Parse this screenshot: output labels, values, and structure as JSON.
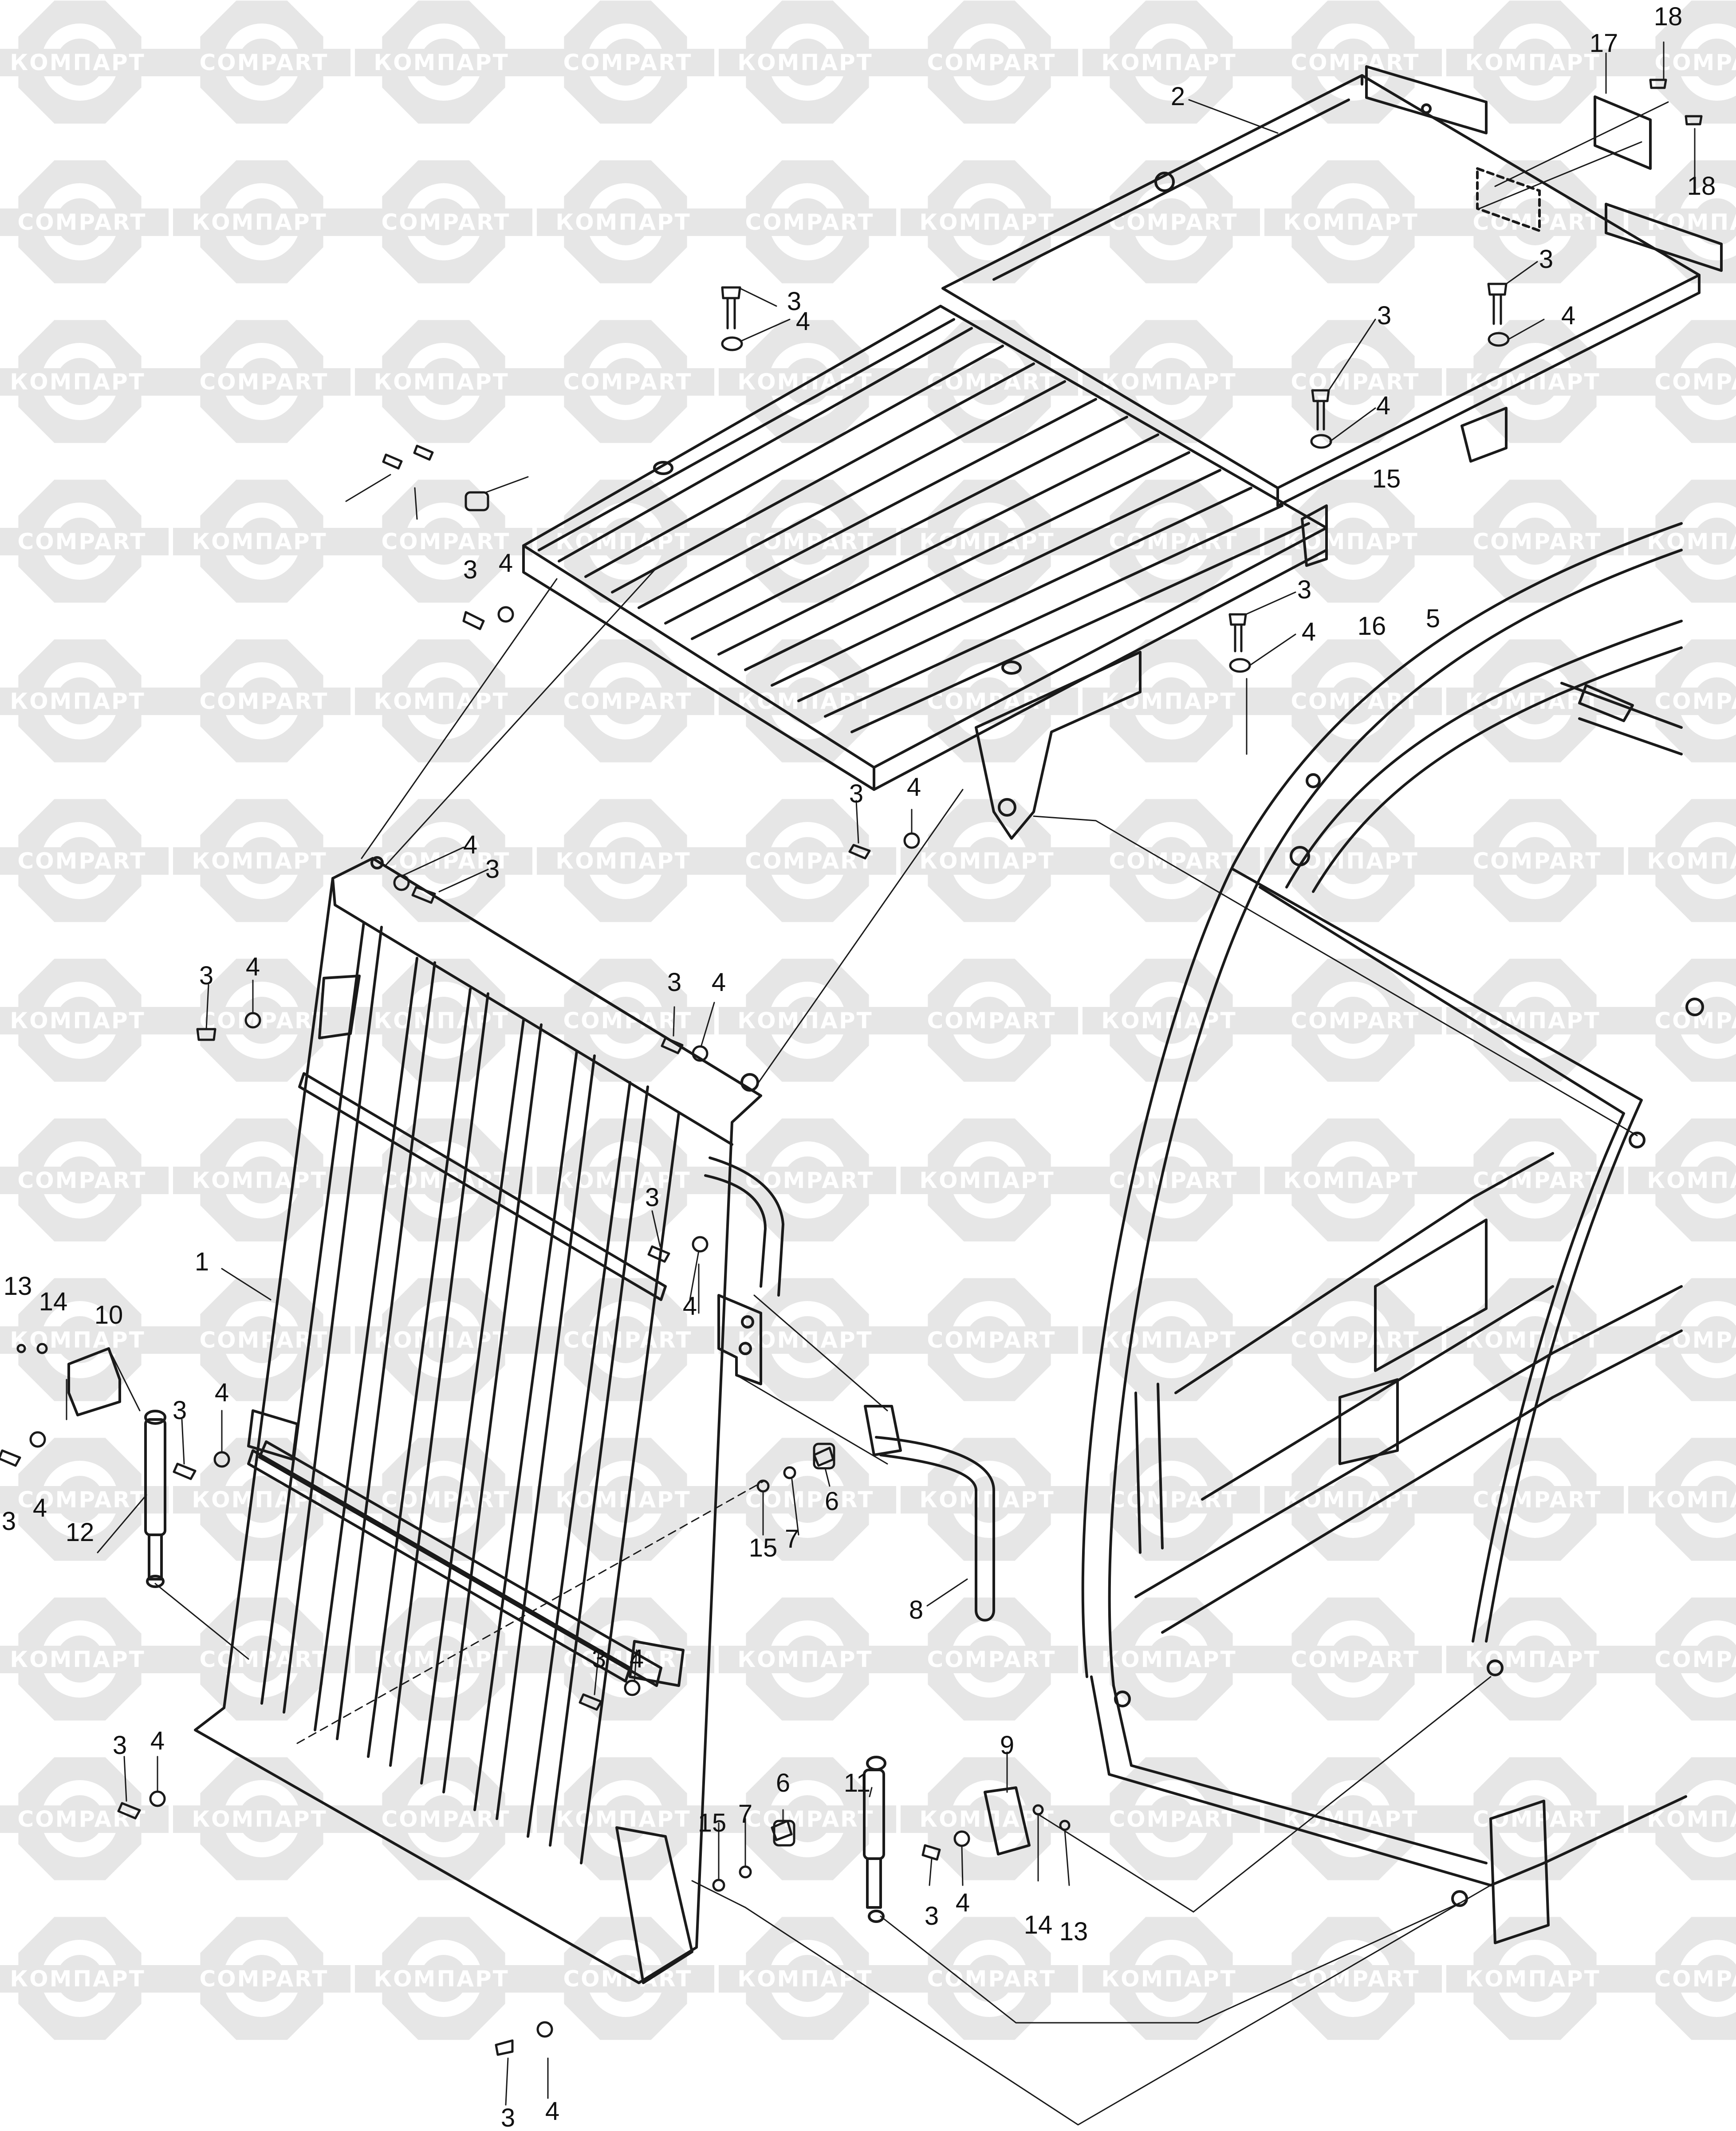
{
  "watermark": {
    "left_text": "КОМПАРТ",
    "right_text": "COMPART",
    "color": "#e6e6e6",
    "text_color": "#ffffff"
  },
  "line_color": "#1a1a1a",
  "callouts": [
    "18",
    "17",
    "2",
    "18",
    "3",
    "4",
    "3",
    "4",
    "3",
    "4",
    "5",
    "16",
    "15",
    "3",
    "4",
    "3",
    "4",
    "3",
    "4",
    "4",
    "3",
    "3",
    "4",
    "3",
    "4",
    "1",
    "3",
    "4",
    "13",
    "14",
    "10",
    "3",
    "4",
    "3",
    "4",
    "12",
    "15",
    "7",
    "6",
    "8",
    "3",
    "4",
    "3",
    "4",
    "6",
    "7",
    "15",
    "11",
    "9",
    "3",
    "4",
    "14",
    "13",
    "3",
    "4"
  ]
}
